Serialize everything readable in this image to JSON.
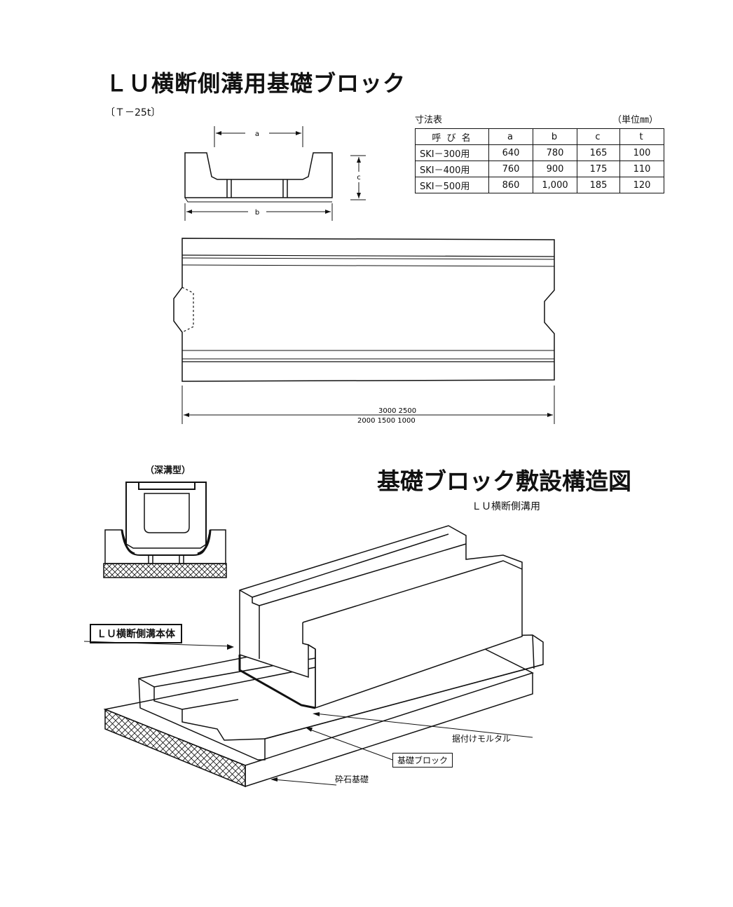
{
  "title": "ＬＵ横断側溝用基礎ブロック",
  "load_class": "〔Ｔ－25t〕",
  "dimension_table": {
    "caption": "寸法表",
    "unit": "（単位㎜）",
    "headers": [
      "呼 び 名",
      "a",
      "b",
      "c",
      "t"
    ],
    "rows": [
      [
        "SKI－300用",
        "640",
        "780",
        "165",
        "100"
      ],
      [
        "SKI－400用",
        "760",
        "900",
        "175",
        "110"
      ],
      [
        "SKI－500用",
        "860",
        "1,000",
        "185",
        "120"
      ]
    ]
  },
  "cross_section": {
    "dim_a": "a",
    "dim_b": "b",
    "dim_c": "c"
  },
  "plan_view": {
    "length_line1": "3000 2500",
    "length_line2": "2000 1500 1000"
  },
  "deep_type_label": "（深溝型）",
  "structure": {
    "title": "基礎ブロック敷設構造図",
    "subtitle": "ＬＵ横断側溝用",
    "labels": {
      "body": "ＬＵ横断側溝本体",
      "mortar": "据付けモルタル",
      "block": "基礎ブロック",
      "gravel": "砕石基礎"
    }
  }
}
